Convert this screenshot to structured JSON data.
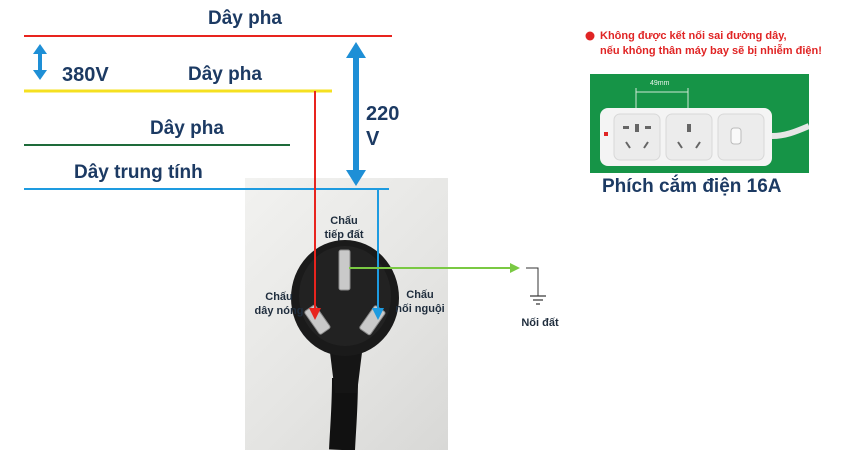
{
  "wires": {
    "phase_1_label": "Dây pha",
    "phase_2_label": "Dây pha",
    "phase_3_label": "Dây pha",
    "neutral_label": "Dây trung tính",
    "colors": {
      "phase_1": "#e8241e",
      "phase_2": "#f5e021",
      "phase_3": "#1e6b3a",
      "neutral": "#1e9be0"
    }
  },
  "voltages": {
    "line_to_line": "380V",
    "line_to_neutral_a": "220",
    "line_to_neutral_b": "V",
    "arrow_color": "#1e8fd6"
  },
  "plug": {
    "earth_label_a": "Chấu",
    "earth_label_b": "tiếp đất",
    "live_label_a": "Chấu",
    "live_label_b": "dây nóng",
    "neutral_label_a": "Chấu",
    "neutral_label_b": "nối nguội",
    "ground_label": "Nối đất",
    "ground_wire_color": "#7ac943"
  },
  "warning": {
    "line_1": "Không được kết nối sai đường dây,",
    "line_2": "nếu không thân máy bay sẽ bị nhiễm điện!",
    "bullet_color": "#e02424"
  },
  "product": {
    "dimension": "49mm",
    "caption": "Phích cắm điện 16A"
  }
}
